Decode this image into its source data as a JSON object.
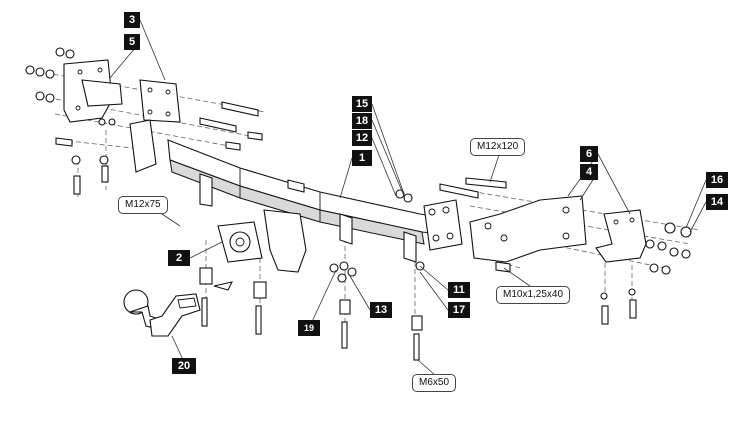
{
  "diagram": {
    "part_numbers": {
      "p1": "1",
      "p2": "2",
      "p3": "3",
      "p4": "4",
      "p5": "5",
      "p6": "6",
      "p11": "11",
      "p12": "12",
      "p13": "13",
      "p14": "14",
      "p15": "15",
      "p16": "16",
      "p17": "17",
      "p18": "18",
      "p19": "19",
      "p20": "20"
    },
    "bolt_specs": {
      "m12x120": "M12x120",
      "m12x75": "M12x75",
      "m10": "M10x1,25x40",
      "m6x50": "M6x50"
    },
    "colors": {
      "line": "#111111",
      "label_bg": "#111111",
      "label_text": "#ffffff"
    }
  }
}
